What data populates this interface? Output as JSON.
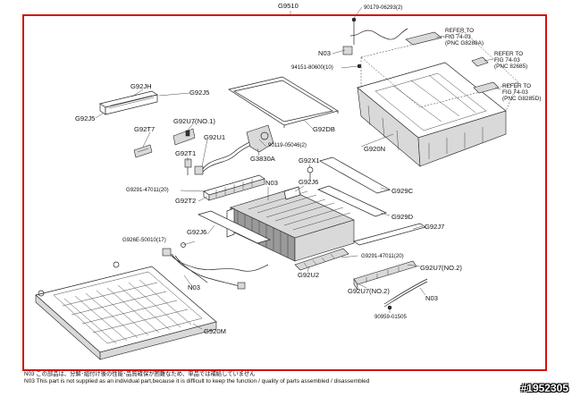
{
  "labels": {
    "g9510": "G9510",
    "p90179": "90179-06293(2)",
    "n03_top": "N03",
    "p94151": "94151-80600(10)",
    "refer1": "REFER TO\nFIG 74-03\n(PNC G8288A)",
    "refer2": "REFER TO\nFIG 74-03\n(PNC 82685)",
    "refer3": "REFER TO\nFIG 74-03\n(PNC G8285D)",
    "g92jh": "G92JH",
    "g92j5_a": "G92J5",
    "g92j5_b": "G92J5",
    "g92db": "G92DB",
    "g92t7": "G92T7",
    "g92u7_no1": "G92U7(NO.1)",
    "g92u1": "G92U1",
    "p90119": "90119-05046(2)",
    "g3830a": "G3830A",
    "g920n": "G920N",
    "g92t1": "G92T1",
    "g92x1": "G92X1",
    "p9291_a": "G9291-47011(20)",
    "n03_mid": "N03",
    "g92j6_a": "G92J6",
    "g929c": "G929C",
    "g92t2": "G92T2",
    "g929d": "G929D",
    "g92j6_b": "G92J6",
    "g92j7": "G92J7",
    "p926e": "G926E-50010(17)",
    "p9291_b": "G9291-47011(20)",
    "g92u7_no2_r": "G92U7(NO.2)",
    "g92u2": "G92U2",
    "n03_left": "N03",
    "g92u7_no2_l": "G92U7(NO.2)",
    "n03_right": "N03",
    "p90959": "90959-01505",
    "g920m": "G920M"
  },
  "notes": {
    "jp": "N03 この部品は、分解･組付け後の性能･品質確保が困難なため、単品では補給していません",
    "en": "N03 This part is not supplied as an individual part,because it is difficult to keep the function / quality of parts assembled / disassembled"
  },
  "catalog_id": "#1952305",
  "colors": {
    "frame": "#d01010"
  }
}
